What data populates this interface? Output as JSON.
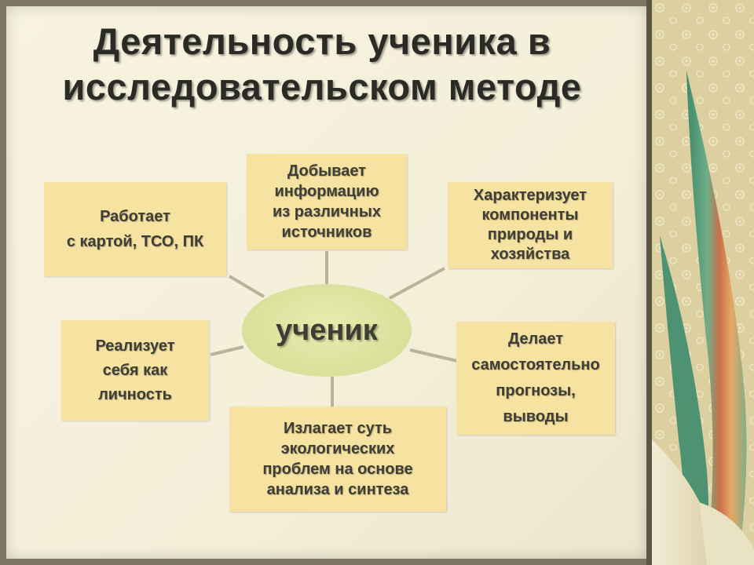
{
  "title": {
    "line1": "Деятельность ученика в",
    "line2": "исследовательском методе"
  },
  "center": {
    "label": "ученик"
  },
  "boxes": {
    "top": [
      "Добывает",
      "информацию",
      "из различных",
      "источников"
    ],
    "top_left": [
      "Работает",
      "с картой, ТСО, ПК"
    ],
    "top_right": [
      "Характеризует",
      "компоненты",
      "природы и",
      "хозяйства"
    ],
    "mid_left": [
      "Реализует",
      "себя как",
      "личность"
    ],
    "mid_right": [
      "Делает",
      "самостоятельно",
      "прогнозы,",
      "выводы"
    ],
    "bottom": [
      "Излагает суть",
      "экологических",
      "проблем на основе",
      "анализа и синтеза"
    ]
  },
  "colors": {
    "box_fill": "#f6e3a1",
    "center_fill": "#d9e099",
    "background": "#f3efd9",
    "text": "#3e3e36"
  }
}
